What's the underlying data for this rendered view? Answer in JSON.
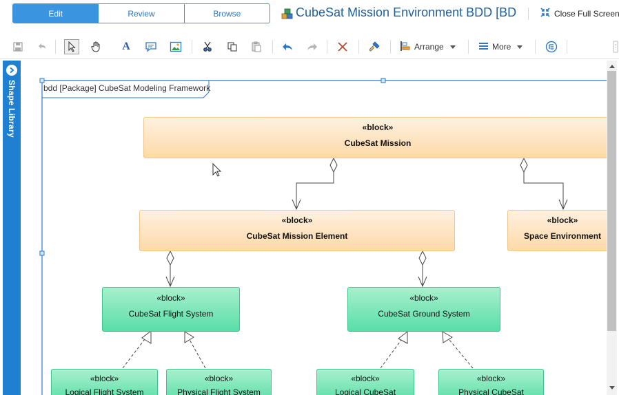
{
  "header": {
    "tabs": [
      {
        "label": "Edit",
        "active": true
      },
      {
        "label": "Review",
        "active": false
      },
      {
        "label": "Browse",
        "active": false
      }
    ],
    "title": "CubeSat Mission Environment BDD [BDD",
    "close_fullscreen_label": "Close Full Screen"
  },
  "toolbar": {
    "icons": [
      "save-icon",
      "undo-back-icon",
      "pointer-icon",
      "pan-hand-icon",
      "text-icon",
      "comment-icon",
      "image-icon",
      "cut-icon",
      "copy-icon",
      "paste-icon",
      "undo-icon",
      "redo-icon",
      "delete-icon",
      "format-painter-icon",
      "arrange-icon",
      "more-icon",
      "outline-icon"
    ],
    "arrange_label": "Arrange",
    "more_label": "More"
  },
  "shape_library": {
    "label": "Shape Library"
  },
  "diagram": {
    "frame_label": "bdd [Package] CubeSat Modeling Framework",
    "stereotype": "«block»",
    "blocks": {
      "mission": "CubeSat Mission",
      "mission_element": "CubeSat Mission Element",
      "space_environment": "Space Environment",
      "flight_system": "CubeSat Flight System",
      "ground_system": "CubeSat Ground System",
      "logical_flight": "Logical Flight System",
      "physical_flight": "Physical Flight System",
      "logical_ground": "Logical CubeSat",
      "physical_ground": "Physical CubeSat"
    },
    "colors": {
      "orange_block": "#fdd9a8",
      "green_block": "#58dea8",
      "accent": "#3b94e0"
    }
  }
}
